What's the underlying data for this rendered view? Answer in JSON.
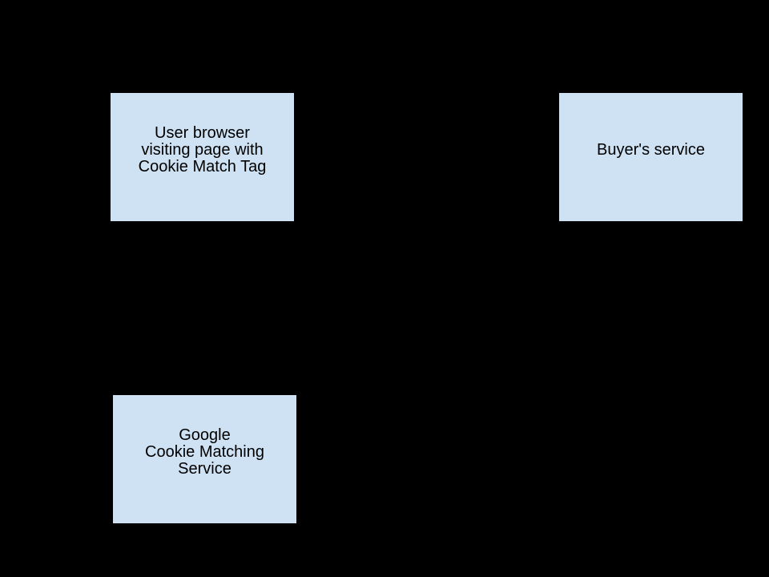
{
  "colors": {
    "background": "#000000",
    "node_fill": "#cfe2f3",
    "node_border": "#000000",
    "node_text": "#000000"
  },
  "diagram": {
    "nodes": [
      {
        "id": "user-browser",
        "lines": [
          "User browser",
          "visiting page with",
          "Cookie Match Tag"
        ]
      },
      {
        "id": "buyers-service",
        "lines": [
          "Buyer's service"
        ]
      },
      {
        "id": "google-cookie-matching-service",
        "lines": [
          "Google",
          "Cookie Matching",
          "Service"
        ]
      }
    ]
  }
}
